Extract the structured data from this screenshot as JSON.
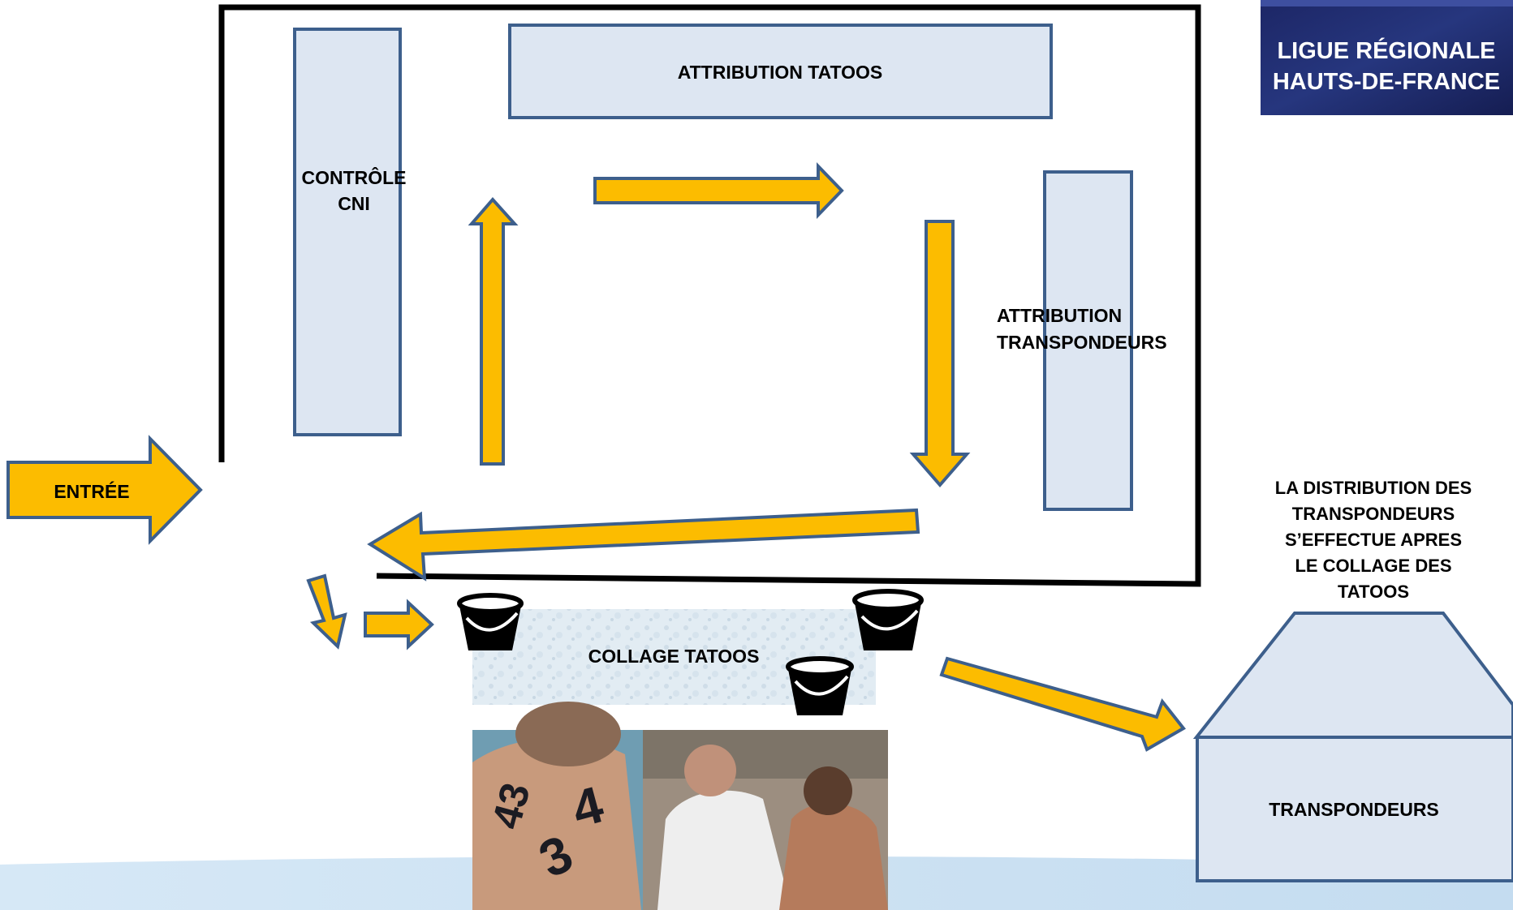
{
  "labels": {
    "entree": "ENTRÉE",
    "controle_line1": "CONTRÔLE",
    "controle_line2": "CNI",
    "attribution_tatoos": "ATTRIBUTION TATOOS",
    "attribution_transpondeurs_line1": "ATTRIBUTION",
    "attribution_transpondeurs_line2": "TRANSPONDEURS",
    "collage_tatoos": "COLLAGE TATOOS",
    "transpondeurs": "TRANSPONDEURS",
    "note_lines": [
      "LA DISTRIBUTION DES",
      "TRANSPONDEURS",
      "S’EFFECTUE APRES",
      "LE COLLAGE DES",
      "TATOOS"
    ]
  },
  "logo": {
    "line1": "LIGUE RÉGIONALE",
    "line2": "HAUTS-DE-FRANCE"
  },
  "photos": {
    "left_numbers": [
      "43",
      "4",
      "3"
    ]
  },
  "colors": {
    "arrow_fill": "#fcbc00",
    "arrow_stroke": "#3d5f8c",
    "box_fill": "#dde6f2",
    "box_stroke": "#3d5f8c",
    "logo_bg": "#1f2a6b",
    "footer_band": "#cfe3f4"
  }
}
